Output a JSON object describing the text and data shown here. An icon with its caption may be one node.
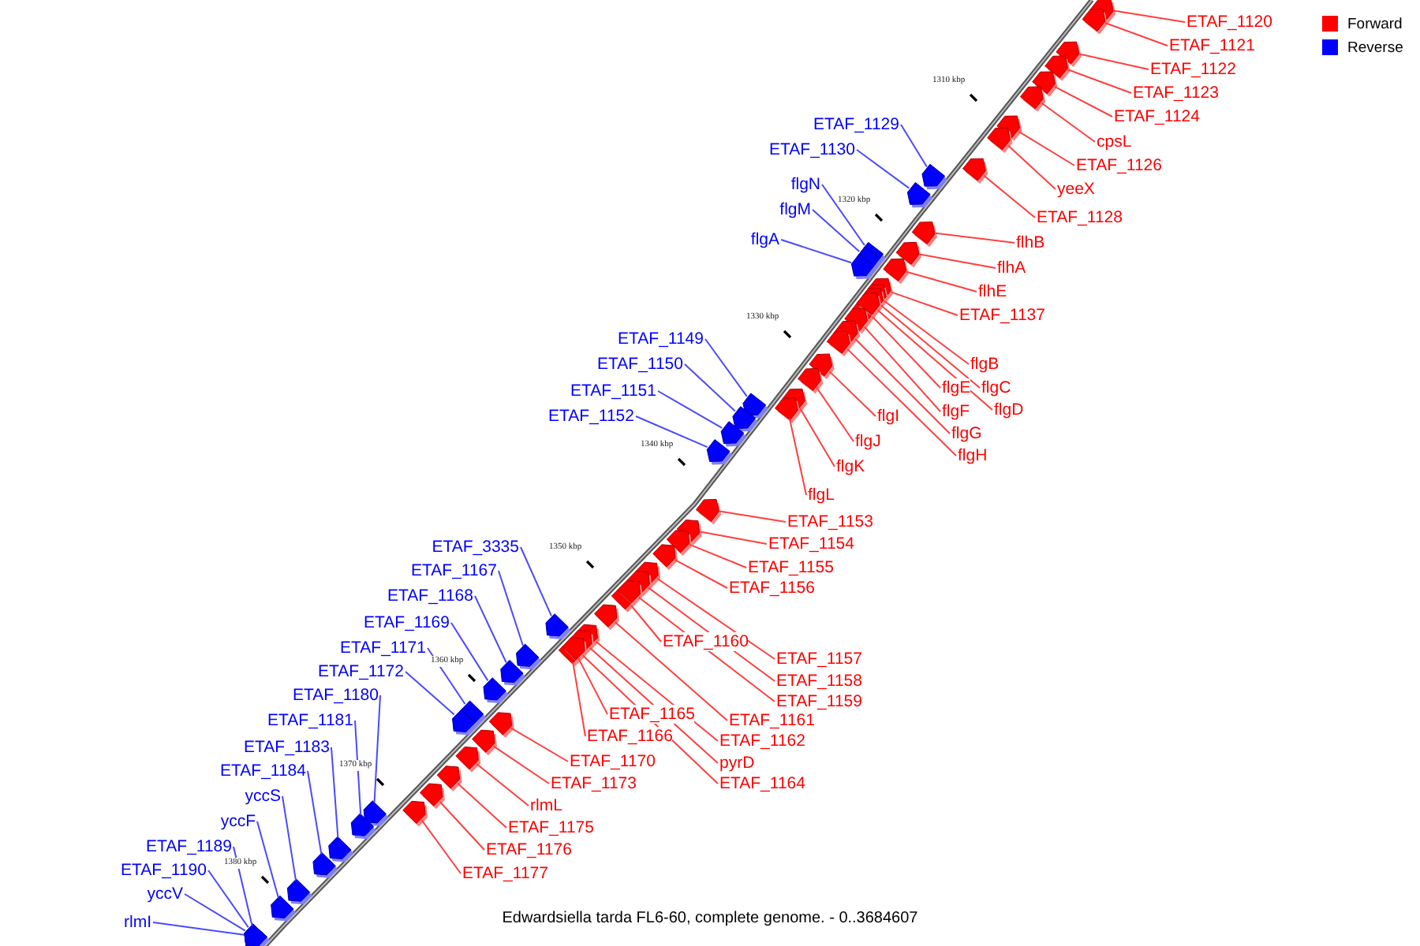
{
  "diagram": {
    "caption": "Edwardsiella tarda FL6-60, complete genome. - 0..3684607",
    "nodes": [
      {
        "text": [
          "ETAF_1120"
        ]
      },
      {
        "text": [
          "ETAF_1121"
        ]
      },
      {
        "text": [
          "ETAF_1122"
        ]
      },
      {
        "text": [
          "ETAF_1123"
        ]
      },
      {
        "text": [
          "ETAF_1124"
        ]
      },
      {
        "text": [
          "cpsL"
        ]
      },
      {
        "text": [
          "ETAF_1126"
        ]
      },
      {
        "text": [
          "yeeX"
        ]
      },
      {
        "text": [
          "ETAF_1128"
        ]
      },
      {
        "text": [
          "flhB"
        ]
      },
      {
        "text": [
          "flhA"
        ]
      },
      {
        "text": [
          "flhE"
        ]
      },
      {
        "text": [
          "ETAF_1137"
        ]
      },
      {
        "text": [
          "flgB"
        ]
      },
      {
        "text": [
          "flgC"
        ]
      },
      {
        "text": [
          "flgE"
        ]
      },
      {
        "text": [
          "flgD"
        ]
      },
      {
        "text": [
          "flgF"
        ]
      },
      {
        "text": [
          "flgG"
        ]
      },
      {
        "text": [
          "flgH"
        ]
      },
      {
        "text": [
          "flgI"
        ]
      },
      {
        "text": [
          "flgJ"
        ]
      },
      {
        "text": [
          "flgK"
        ]
      },
      {
        "text": [
          "flgL"
        ]
      },
      {
        "text": [
          "ETAF_1153"
        ]
      },
      {
        "text": [
          "ETAF_1154"
        ]
      },
      {
        "text": [
          "ETAF_1155"
        ]
      },
      {
        "text": [
          "ETAF_1156"
        ]
      },
      {
        "text": [
          "ETAF_1160"
        ]
      },
      {
        "text": [
          "ETAF_1157"
        ]
      },
      {
        "text": [
          "ETAF_1158"
        ]
      },
      {
        "text": [
          "ETAF_1159"
        ]
      },
      {
        "text": [
          "ETAF_1165"
        ]
      },
      {
        "text": [
          "ETAF_1161"
        ]
      },
      {
        "text": [
          "ETAF_1166"
        ]
      },
      {
        "text": [
          "ETAF_1162"
        ]
      },
      {
        "text": [
          "ETAF_1170"
        ]
      },
      {
        "text": [
          "pyrD"
        ]
      },
      {
        "text": [
          "ETAF_1173"
        ]
      },
      {
        "text": [
          "ETAF_1164"
        ]
      },
      {
        "text": [
          "rlmL"
        ]
      },
      {
        "text": [
          "ETAF_1175"
        ]
      },
      {
        "text": [
          "ETAF_1176"
        ]
      },
      {
        "text": [
          "ETAF_1177"
        ]
      },
      {
        "text": [
          "ETAF_1129"
        ]
      },
      {
        "text": [
          "ETAF_1130"
        ]
      },
      {
        "text": [
          "flgN"
        ]
      },
      {
        "text": [
          "flgM"
        ]
      },
      {
        "text": [
          "flgA"
        ]
      },
      {
        "text": [
          "ETAF_1149"
        ]
      },
      {
        "text": [
          "ETAF_1150"
        ]
      },
      {
        "text": [
          "ETAF_1151"
        ]
      },
      {
        "text": [
          "ETAF_1152"
        ]
      },
      {
        "text": [
          "ETAF_3335"
        ]
      },
      {
        "text": [
          "ETAF_1167"
        ]
      },
      {
        "text": [
          "ETAF_1168"
        ]
      },
      {
        "text": [
          "ETAF_1169"
        ]
      },
      {
        "text": [
          "ETAF_1171"
        ]
      },
      {
        "text": [
          "ETAF_1172"
        ]
      },
      {
        "text": [
          "ETAF_1180"
        ]
      },
      {
        "text": [
          "ETAF_1181"
        ]
      },
      {
        "text": [
          "ETAF_1183"
        ]
      },
      {
        "text": [
          "ETAF_1184"
        ]
      },
      {
        "text": [
          "yccS"
        ]
      },
      {
        "text": [
          "yccF"
        ]
      },
      {
        "text": [
          "ETAF_1189"
        ]
      },
      {
        "text": [
          "ETAF_1190"
        ]
      },
      {
        "text": [
          "yccV"
        ]
      },
      {
        "text": [
          "rlmI"
        ]
      },
      {
        "text": [],
        "shape": "pentagon"
      },
      {
        "text": [],
        "shape": "pentagon"
      },
      {
        "text": [],
        "shape": "pentagon"
      },
      {
        "text": [],
        "shape": "pentagon"
      },
      {
        "text": [],
        "shape": "pentagon"
      },
      {
        "text": [],
        "shape": "pentagon"
      },
      {
        "text": [],
        "shape": "pentagon"
      },
      {
        "text": [],
        "shape": "pentagon"
      },
      {
        "text": [],
        "shape": "pentagon"
      },
      {
        "text": [],
        "shape": "pentagon"
      },
      {
        "text": [],
        "shape": "pentagon"
      },
      {
        "text": [],
        "shape": "pentagon"
      },
      {
        "text": [],
        "shape": "pentagon"
      },
      {
        "text": [],
        "shape": "pentagon"
      },
      {
        "text": [],
        "shape": "pentagon"
      },
      {
        "text": [],
        "shape": "pentagon"
      },
      {
        "text": [],
        "shape": "pentagon"
      },
      {
        "text": [],
        "shape": "pentagon"
      },
      {
        "text": [],
        "shape": "pentagon"
      },
      {
        "text": [],
        "shape": "pentagon"
      },
      {
        "text": [],
        "shape": "pentagon"
      },
      {
        "text": [],
        "shape": "pentagon"
      },
      {
        "text": [],
        "shape": "pentagon"
      },
      {
        "text": [],
        "shape": "pentagon"
      },
      {
        "text": [],
        "shape": "pentagon"
      },
      {
        "text": [],
        "shape": "pentagon"
      },
      {
        "text": [],
        "shape": "pentagon"
      },
      {
        "text": [],
        "shape": "pentagon"
      },
      {
        "text": [],
        "shape": "pentagon"
      },
      {
        "text": [],
        "shape": "pentagon"
      },
      {
        "text": [],
        "shape": "pentagon"
      },
      {
        "text": [],
        "shape": "pentagon"
      },
      {
        "text": [],
        "shape": "pentagon"
      },
      {
        "text": [],
        "shape": "pentagon"
      },
      {
        "text": [],
        "shape": "pentagon"
      },
      {
        "text": [],
        "shape": "pentagon"
      },
      {
        "text": [],
        "shape": "pentagon"
      },
      {
        "text": [],
        "shape": "pentagon"
      },
      {
        "text": [],
        "shape": "pentagon"
      },
      {
        "text": [],
        "shape": "pentagon"
      },
      {
        "text": [],
        "shape": "pentagon"
      },
      {
        "text": [],
        "shape": "pentagon"
      },
      {
        "text": [],
        "shape": "pentagon"
      },
      {
        "text": [],
        "shape": "pentagon"
      },
      {
        "text": [],
        "shape": "pentagon"
      },
      {
        "text": [],
        "shape": "pentagon"
      },
      {
        "text": [],
        "shape": "pentagon"
      },
      {
        "text": [],
        "shape": "pentagon"
      },
      {
        "text": [],
        "shape": "pentagon"
      },
      {
        "text": [],
        "shape": "pentagon"
      },
      {
        "text": [],
        "shape": "pentagon"
      },
      {
        "text": [],
        "shape": "pentagon"
      },
      {
        "text": [],
        "shape": "pentagon"
      },
      {
        "text": [],
        "shape": "pentagon"
      },
      {
        "text": [],
        "shape": "pentagon"
      },
      {
        "text": [],
        "shape": "pentagon"
      },
      {
        "text": [],
        "shape": "pentagon"
      },
      {
        "text": [],
        "shape": "pentagon"
      },
      {
        "text": [],
        "shape": "pentagon"
      },
      {
        "text": [],
        "shape": "pentagon"
      },
      {
        "text": [],
        "shape": "pentagon"
      },
      {
        "text": [],
        "shape": "pentagon"
      },
      {
        "text": [],
        "shape": "pentagon"
      },
      {
        "text": [],
        "shape": "pentagon"
      },
      {
        "text": [],
        "shape": "pentagon"
      },
      {
        "text": [],
        "shape": "pentagon"
      },
      {
        "text": [],
        "shape": "pentagon"
      },
      {
        "text": [],
        "shape": "pentagon"
      },
      {
        "text": [],
        "shape": "pentagon"
      }
    ],
    "edges": [
      {
        "from": 0,
        "to": 69,
        "arrow": "none"
      },
      {
        "from": 1,
        "to": 70,
        "arrow": "none"
      },
      {
        "from": 2,
        "to": 71,
        "arrow": "none"
      },
      {
        "from": 3,
        "to": 72,
        "arrow": "none"
      },
      {
        "from": 4,
        "to": 73,
        "arrow": "none"
      },
      {
        "from": 5,
        "to": 74,
        "arrow": "none"
      },
      {
        "from": 6,
        "to": 75,
        "arrow": "none"
      },
      {
        "from": 7,
        "to": 76,
        "arrow": "none"
      },
      {
        "from": 8,
        "to": 77,
        "arrow": "none"
      },
      {
        "from": 9,
        "to": 78,
        "arrow": "none"
      },
      {
        "from": 10,
        "to": 79,
        "arrow": "none"
      },
      {
        "from": 11,
        "to": 80,
        "arrow": "none"
      },
      {
        "from": 12,
        "to": 81,
        "arrow": "none"
      },
      {
        "from": 13,
        "to": 82,
        "arrow": "none"
      },
      {
        "from": 14,
        "to": 83,
        "arrow": "none"
      },
      {
        "from": 15,
        "to": 84,
        "arrow": "none"
      },
      {
        "from": 16,
        "to": 85,
        "arrow": "none"
      },
      {
        "from": 17,
        "to": 86,
        "arrow": "none"
      },
      {
        "from": 18,
        "to": 87,
        "arrow": "none"
      },
      {
        "from": 19,
        "to": 88,
        "arrow": "none"
      },
      {
        "from": 20,
        "to": 89,
        "arrow": "none"
      },
      {
        "from": 21,
        "to": 90,
        "arrow": "none"
      },
      {
        "from": 22,
        "to": 91,
        "arrow": "none"
      },
      {
        "from": 23,
        "to": 92,
        "arrow": "none"
      },
      {
        "from": 24,
        "to": 93,
        "arrow": "none"
      },
      {
        "from": 25,
        "to": 94,
        "arrow": "none"
      },
      {
        "from": 26,
        "to": 95,
        "arrow": "none"
      },
      {
        "from": 27,
        "to": 96,
        "arrow": "none"
      },
      {
        "from": 28,
        "to": 97,
        "arrow": "none"
      },
      {
        "from": 29,
        "to": 98,
        "arrow": "none"
      },
      {
        "from": 30,
        "to": 99,
        "arrow": "none"
      },
      {
        "from": 31,
        "to": 100,
        "arrow": "none"
      },
      {
        "from": 32,
        "to": 101,
        "arrow": "none"
      },
      {
        "from": 33,
        "to": 102,
        "arrow": "none"
      },
      {
        "from": 34,
        "to": 103,
        "arrow": "none"
      },
      {
        "from": 35,
        "to": 104,
        "arrow": "none"
      },
      {
        "from": 36,
        "to": 105,
        "arrow": "none"
      },
      {
        "from": 37,
        "to": 106,
        "arrow": "none"
      },
      {
        "from": 38,
        "to": 107,
        "arrow": "none"
      },
      {
        "from": 39,
        "to": 108,
        "arrow": "none"
      },
      {
        "from": 40,
        "to": 109,
        "arrow": "none"
      },
      {
        "from": 41,
        "to": 110,
        "arrow": "none"
      },
      {
        "from": 42,
        "to": 111,
        "arrow": "none"
      },
      {
        "from": 43,
        "to": 112,
        "arrow": "none"
      },
      {
        "from": 44,
        "to": 113,
        "arrow": "none",
        "color": "#4a4aff"
      },
      {
        "from": 45,
        "to": 114,
        "arrow": "none",
        "color": "#4a4aff"
      },
      {
        "from": 46,
        "to": 115,
        "arrow": "none",
        "color": "#4a4aff"
      },
      {
        "from": 47,
        "to": 116,
        "arrow": "none",
        "color": "#4a4aff"
      },
      {
        "from": 48,
        "to": 117,
        "arrow": "none",
        "color": "#4a4aff"
      },
      {
        "from": 49,
        "to": 118,
        "arrow": "none",
        "color": "#4a4aff"
      },
      {
        "from": 50,
        "to": 119,
        "arrow": "none",
        "color": "#4a4aff"
      },
      {
        "from": 51,
        "to": 120,
        "arrow": "none",
        "color": "#4a4aff"
      },
      {
        "from": 52,
        "to": 121,
        "arrow": "none",
        "color": "#4a4aff"
      },
      {
        "from": 53,
        "to": 122,
        "arrow": "none",
        "color": "#4a4aff"
      },
      {
        "from": 54,
        "to": 123,
        "arrow": "none",
        "color": "#4a4aff"
      },
      {
        "from": 55,
        "to": 124,
        "arrow": "none",
        "color": "#4a4aff"
      },
      {
        "from": 56,
        "to": 125,
        "arrow": "none",
        "color": "#4a4aff"
      },
      {
        "from": 57,
        "to": 126,
        "arrow": "none",
        "color": "#4a4aff"
      },
      {
        "from": 58,
        "to": 127,
        "arrow": "none",
        "color": "#4a4aff"
      },
      {
        "from": 59,
        "to": 128,
        "arrow": "none",
        "color": "#4a4aff"
      },
      {
        "from": 60,
        "to": 129,
        "arrow": "none",
        "color": "#4a4aff"
      },
      {
        "from": 61,
        "to": 130,
        "arrow": "none",
        "color": "#4a4aff"
      },
      {
        "from": 62,
        "to": 131,
        "arrow": "none",
        "color": "#4a4aff"
      },
      {
        "from": 63,
        "to": 132,
        "arrow": "none",
        "color": "#4a4aff"
      },
      {
        "from": 64,
        "to": 133,
        "arrow": "none",
        "color": "#4a4aff"
      },
      {
        "from": 65,
        "to": 134,
        "arrow": "none",
        "color": "#4a4aff"
      },
      {
        "from": 66,
        "to": 135,
        "arrow": "none",
        "color": "#4a4aff"
      },
      {
        "from": 67,
        "to": 136,
        "arrow": "none",
        "color": "#4a4aff"
      },
      {
        "from": 68,
        "to": 137,
        "arrow": "none",
        "color": "#4a4aff"
      }
    ],
    "labels": [
      "1310 kbp",
      "1320 kbp",
      "1330 kbp",
      "1340 kbp",
      "1350 kbp",
      "1360 kbp",
      "1370 kbp",
      "1380 kbp"
    ],
    "legend": [
      {
        "text": "Forward",
        "color": "#ff0000"
      },
      {
        "text": "Reverse",
        "color": "#0000ff"
      }
    ]
  }
}
